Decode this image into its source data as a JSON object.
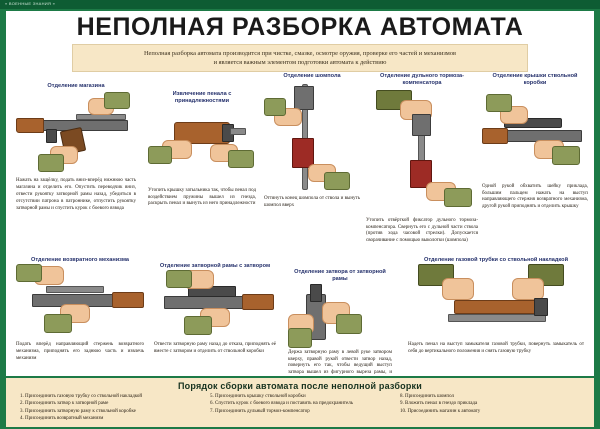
{
  "meta": {
    "top_caption": "« ВОЕННЫЕ ЗНАНИЯ »",
    "title": "НЕПОЛНАЯ РАЗБОРКА АВТОМАТА",
    "subtitle_line1": "Неполная разборка автомата производится при чистке, смазке, осмотре оружия, проверке его частей и механизмов",
    "subtitle_line2": "и является важным элементом подготовки автомата к действию"
  },
  "colors": {
    "frame_green": "#1d7a46",
    "band_cream": "#f7e7c6",
    "heading_blue": "#24306b",
    "sheet_white": "#ffffff"
  },
  "steps": [
    {
      "id": 1,
      "heading": "Отделение магазина",
      "text": "Нажать на защёлку, подать вниз-вперёд нижнюю часть магазина и отделить его. Опустить переводчик вниз, отвести рукоятку затворной рамы назад, убедиться в отсутствии патрона в патроннике, отпустить рукоятку затворной рамы и спустить курок с боевого взвода"
    },
    {
      "id": 2,
      "heading": "Извлечение пенала с принадлежностями",
      "text": "Утопить крышку затыльника так, чтобы пенал под воздействием пружины вышел из гнезда, раскрыть пенал и вынуть из него принадлежности"
    },
    {
      "id": 3,
      "heading": "Отделение шомпола",
      "text": "Оттянуть конец шомпола от ствола и вынуть шомпол вверх"
    },
    {
      "id": 4,
      "heading": "Отделение дульного тормоза-компенсатора",
      "text": "Утопить отвёрткой фиксатор дульного тормоза-компенсатора. Свернуть его с дульной части ствола (против хода часовой стрелки). Допускается сворачивание с помощью выколотки (шомпола)"
    },
    {
      "id": 5,
      "heading": "Отделение крышки ствольной коробки",
      "text": "Одной рукой обхватить шейку приклада, большим пальцем нажать на выступ направляющего стержня возвратного механизма, другой рукой приподнять и отделить крышку"
    },
    {
      "id": 6,
      "heading": "Отделение возвратного механизма",
      "text": "Подать вперёд направляющий стержень возвратного механизма, приподнять его заднюю часть и извлечь механизм"
    },
    {
      "id": 7,
      "heading": "Отделение затворной рамы с затвором",
      "text": "Отвести затворную раму назад до отказа, приподнять её вместе с затвором и отделить от ствольной коробки"
    },
    {
      "id": 8,
      "heading": "Отделение затвора от затворной рамы",
      "text": "Держа затворную раму в левой руке затвором кверху, правой рукой отвести затвор назад, повернуть его так, чтобы ведущий выступ затвора вышел из фигурного выреза рамы, и вывести затвор вперёд"
    },
    {
      "id": 9,
      "heading": "Отделение газовой трубки со ствольной накладкой",
      "text": "Надеть пенал на выступ замыкателя газовой трубки, повернуть замыкатель от себя до вертикального положения и снять газовую трубку"
    }
  ],
  "assembly": {
    "heading": "Порядок сборки автомата после неполной разборки",
    "col1": [
      "1. Присоединить газовую трубку со ствольной накладкой",
      "2. Присоединить затвор к затворной раме",
      "3. Присоединить затворную раму к ствольной коробке",
      "4. Присоединить возвратный механизм"
    ],
    "col2": [
      "5. Присоединить крышку ствольной коробки",
      "6. Спустить курок с боевого взвода и поставить на предохранитель",
      "7. Присоединить дульный тормоз-компенсатор"
    ],
    "col3": [
      "8. Присоединить шомпол",
      "9. Вложить пенал в гнездо приклада",
      "10. Присоединить магазин к автомату"
    ]
  }
}
